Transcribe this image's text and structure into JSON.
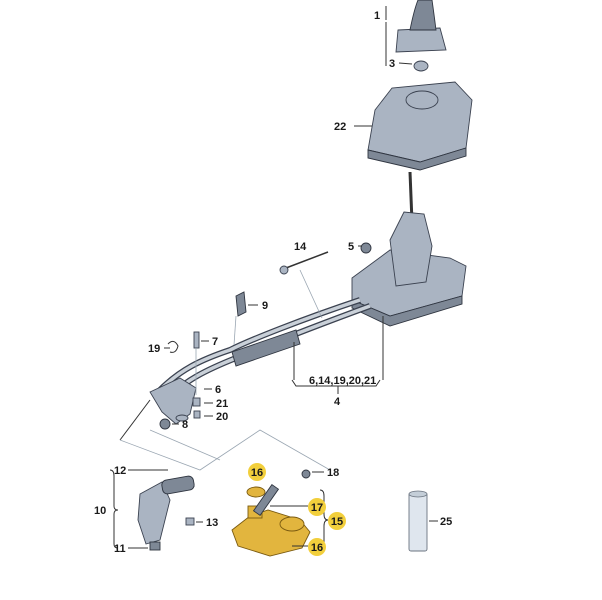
{
  "diagram": {
    "callouts": {
      "c1": "1",
      "c3": "3",
      "c22": "22",
      "c5": "5",
      "c14": "14",
      "c9": "9",
      "c7": "7",
      "c19": "19",
      "c6": "6",
      "c21": "21",
      "c20": "20",
      "c8": "8",
      "group4_members": "6,14,19,20,21",
      "c4": "4",
      "c12": "12",
      "c10": "10",
      "c13": "13",
      "c11": "11",
      "c16a": "16",
      "c18": "18",
      "c17": "17",
      "c15": "15",
      "c16b": "16",
      "c25": "25"
    },
    "colors": {
      "highlight": "#f2cf3c",
      "part": "#aab4c2",
      "gold_part": "#e2b53e"
    }
  }
}
